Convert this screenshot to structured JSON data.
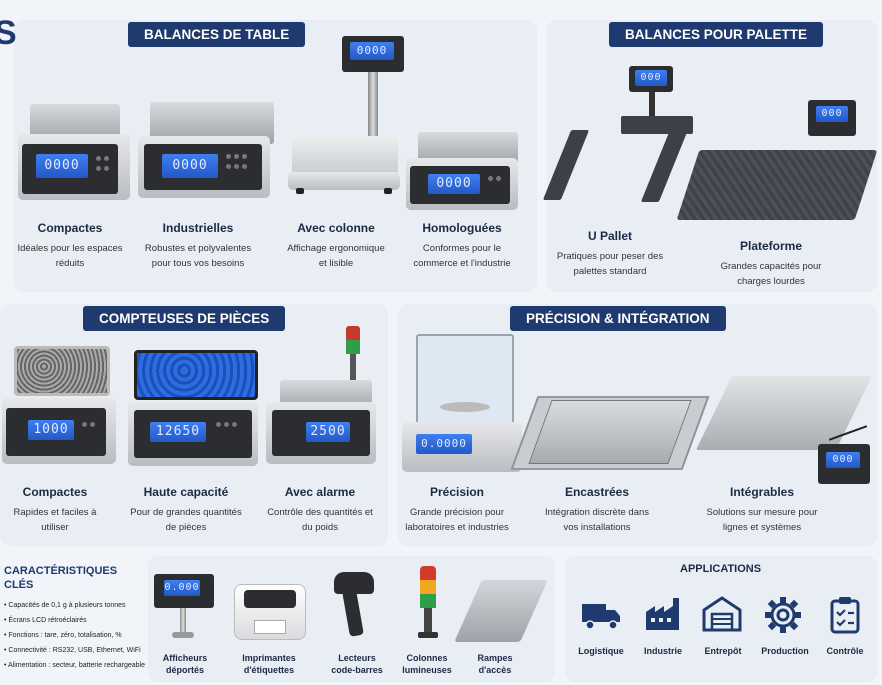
{
  "sections": {
    "table": {
      "badge": "BALANCES DE TABLE",
      "items": [
        {
          "title": "Compactes",
          "desc": "Idéales pour les espaces réduits",
          "display": "0000"
        },
        {
          "title": "Industrielles",
          "desc": "Robustes et polyvalentes pour tous vos besoins",
          "display": "0000"
        },
        {
          "title": "Avec colonne",
          "desc": "Affichage ergonomique et lisible",
          "display": "0000"
        },
        {
          "title": "Homologuées",
          "desc": "Conformes pour le commerce et l'industrie",
          "display": "0000"
        }
      ]
    },
    "palette": {
      "badge": "BALANCES POUR PALETTE",
      "items": [
        {
          "title": "U Pallet",
          "desc": "Pratiques pour peser des palettes standard",
          "display": "000"
        },
        {
          "title": "Plateforme",
          "desc": "Grandes capacités pour charges lourdes",
          "display": "000"
        }
      ]
    },
    "counting": {
      "badge": "COMPTEUSES DE PIÈCES",
      "items": [
        {
          "title": "Compactes",
          "desc": "Rapides et faciles à utiliser",
          "display": "1000"
        },
        {
          "title": "Haute capacité",
          "desc": "Pour de grandes quantités de pièces",
          "display": "12650"
        },
        {
          "title": "Avec alarme",
          "desc": "Contrôle des quantités et du poids",
          "display": "2500"
        }
      ]
    },
    "precision": {
      "badge": "PRÉCISION & INTÉGRATION",
      "items": [
        {
          "title": "Précision",
          "desc": "Grande précision pour laboratoires et industries",
          "display": "0.0000"
        },
        {
          "title": "Encastrées",
          "desc": "Intégration discrète dans vos installations"
        },
        {
          "title": "Intégrables",
          "desc": "Solutions sur mesure pour lignes et systèmes",
          "display": "000"
        }
      ]
    }
  },
  "features": {
    "title": "CARACTÉRISTIQUES CLÉS",
    "list": [
      "• Capacités de 0,1 g à plusieurs tonnes",
      "• Écrans LCD rétroéclairés",
      "• Fonctions : tare, zéro, totalisation, %",
      "• Connectivité : RS232, USB, Ethernet, WiFi",
      "• Alimentation : secteur, batterie rechargeable"
    ]
  },
  "accessories": [
    {
      "l1": "Afficheurs",
      "l2": "déportés"
    },
    {
      "l1": "Imprimantes",
      "l2": "d'étiquettes"
    },
    {
      "l1": "Lecteurs",
      "l2": "code-barres"
    },
    {
      "l1": "Colonnes",
      "l2": "lumineuses"
    },
    {
      "l1": "Rampes",
      "l2": "d'accès"
    }
  ],
  "applications": {
    "title": "APPLICATIONS",
    "items": [
      {
        "label": "Logistique",
        "icon": "truck-icon"
      },
      {
        "label": "Industrie",
        "icon": "factory-icon"
      },
      {
        "label": "Entrepôt",
        "icon": "warehouse-icon"
      },
      {
        "label": "Production",
        "icon": "gear-icon"
      },
      {
        "label": "Contrôle",
        "icon": "checklist-icon"
      }
    ]
  },
  "colors": {
    "navy": "#1f3a6e",
    "lcd": "#3a74e6",
    "panel": "#e9eef4"
  }
}
